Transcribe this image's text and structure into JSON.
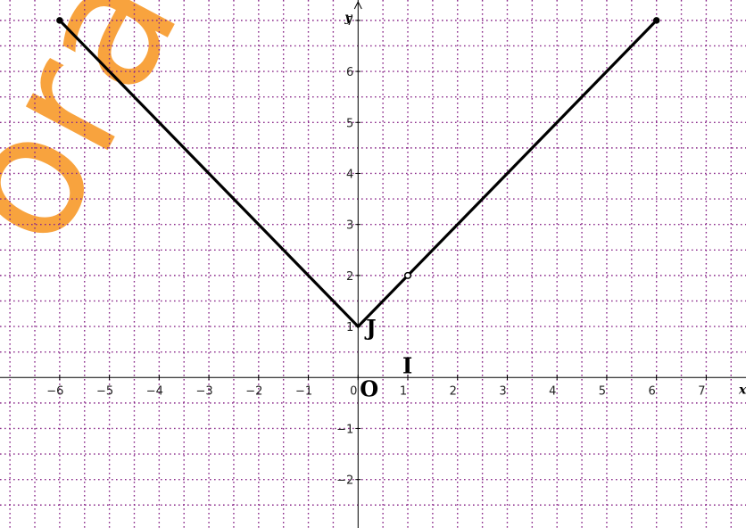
{
  "chart_data": {
    "type": "line",
    "xlabel": "x",
    "ylabel": "y",
    "xlim": [
      -7.2,
      7.8
    ],
    "ylim": [
      -2.95,
      7.4
    ],
    "grid": true,
    "minor_grid_step": 0.5,
    "x_ticks": [
      -6,
      -5,
      -4,
      -3,
      -2,
      -1,
      0,
      1,
      2,
      3,
      4,
      5,
      6,
      7
    ],
    "x_tick_labels": [
      "−6",
      "−5",
      "−4",
      "−3",
      "−2",
      "−1",
      "0",
      "1",
      "2",
      "3",
      "4",
      "5",
      "6",
      "7"
    ],
    "y_ticks": [
      -2,
      -1,
      1,
      2,
      3,
      4,
      5,
      6,
      7
    ],
    "y_tick_labels": [
      "−2",
      "−1",
      "1",
      "2",
      "3",
      "4",
      "5",
      "6",
      "7"
    ],
    "series": [
      {
        "x": [
          -6,
          0,
          6
        ],
        "y": [
          7,
          1,
          7
        ]
      }
    ],
    "markers": [
      {
        "x": -6,
        "y": 7
      },
      {
        "x": 6,
        "y": 7
      },
      {
        "x": 1,
        "y": 2,
        "hollow": true
      }
    ],
    "point_labels": [
      {
        "text": "O",
        "x": 0,
        "y": 0
      },
      {
        "text": "I",
        "x": 1,
        "y": 0
      },
      {
        "text": "J",
        "x": 0,
        "y": 1
      }
    ],
    "watermark": "orall",
    "colors": {
      "grid": "#8a2a8a",
      "axis": "#000000",
      "curve": "#000000",
      "watermark": "#f7941d"
    }
  }
}
